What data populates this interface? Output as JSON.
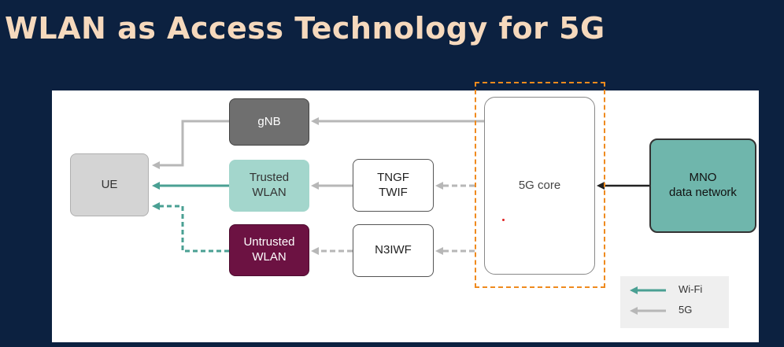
{
  "title": "WLAN as Access Technology for 5G",
  "nodes": {
    "ue": "UE",
    "gnb": "gNB",
    "trusted_wlan": "Trusted\nWLAN",
    "untrusted_wlan": "Untrusted\nWLAN",
    "tngf_twif": "TNGF\nTWIF",
    "n3iwf": "N3IWF",
    "core": "5G core",
    "mno": "MNO\ndata network"
  },
  "legend": {
    "wifi": "Wi-Fi",
    "5g": "5G"
  },
  "colors": {
    "wifi_arrow": "#4aa093",
    "5g_arrow": "#b7b7b7",
    "core_highlight": "#ef8a1e"
  }
}
